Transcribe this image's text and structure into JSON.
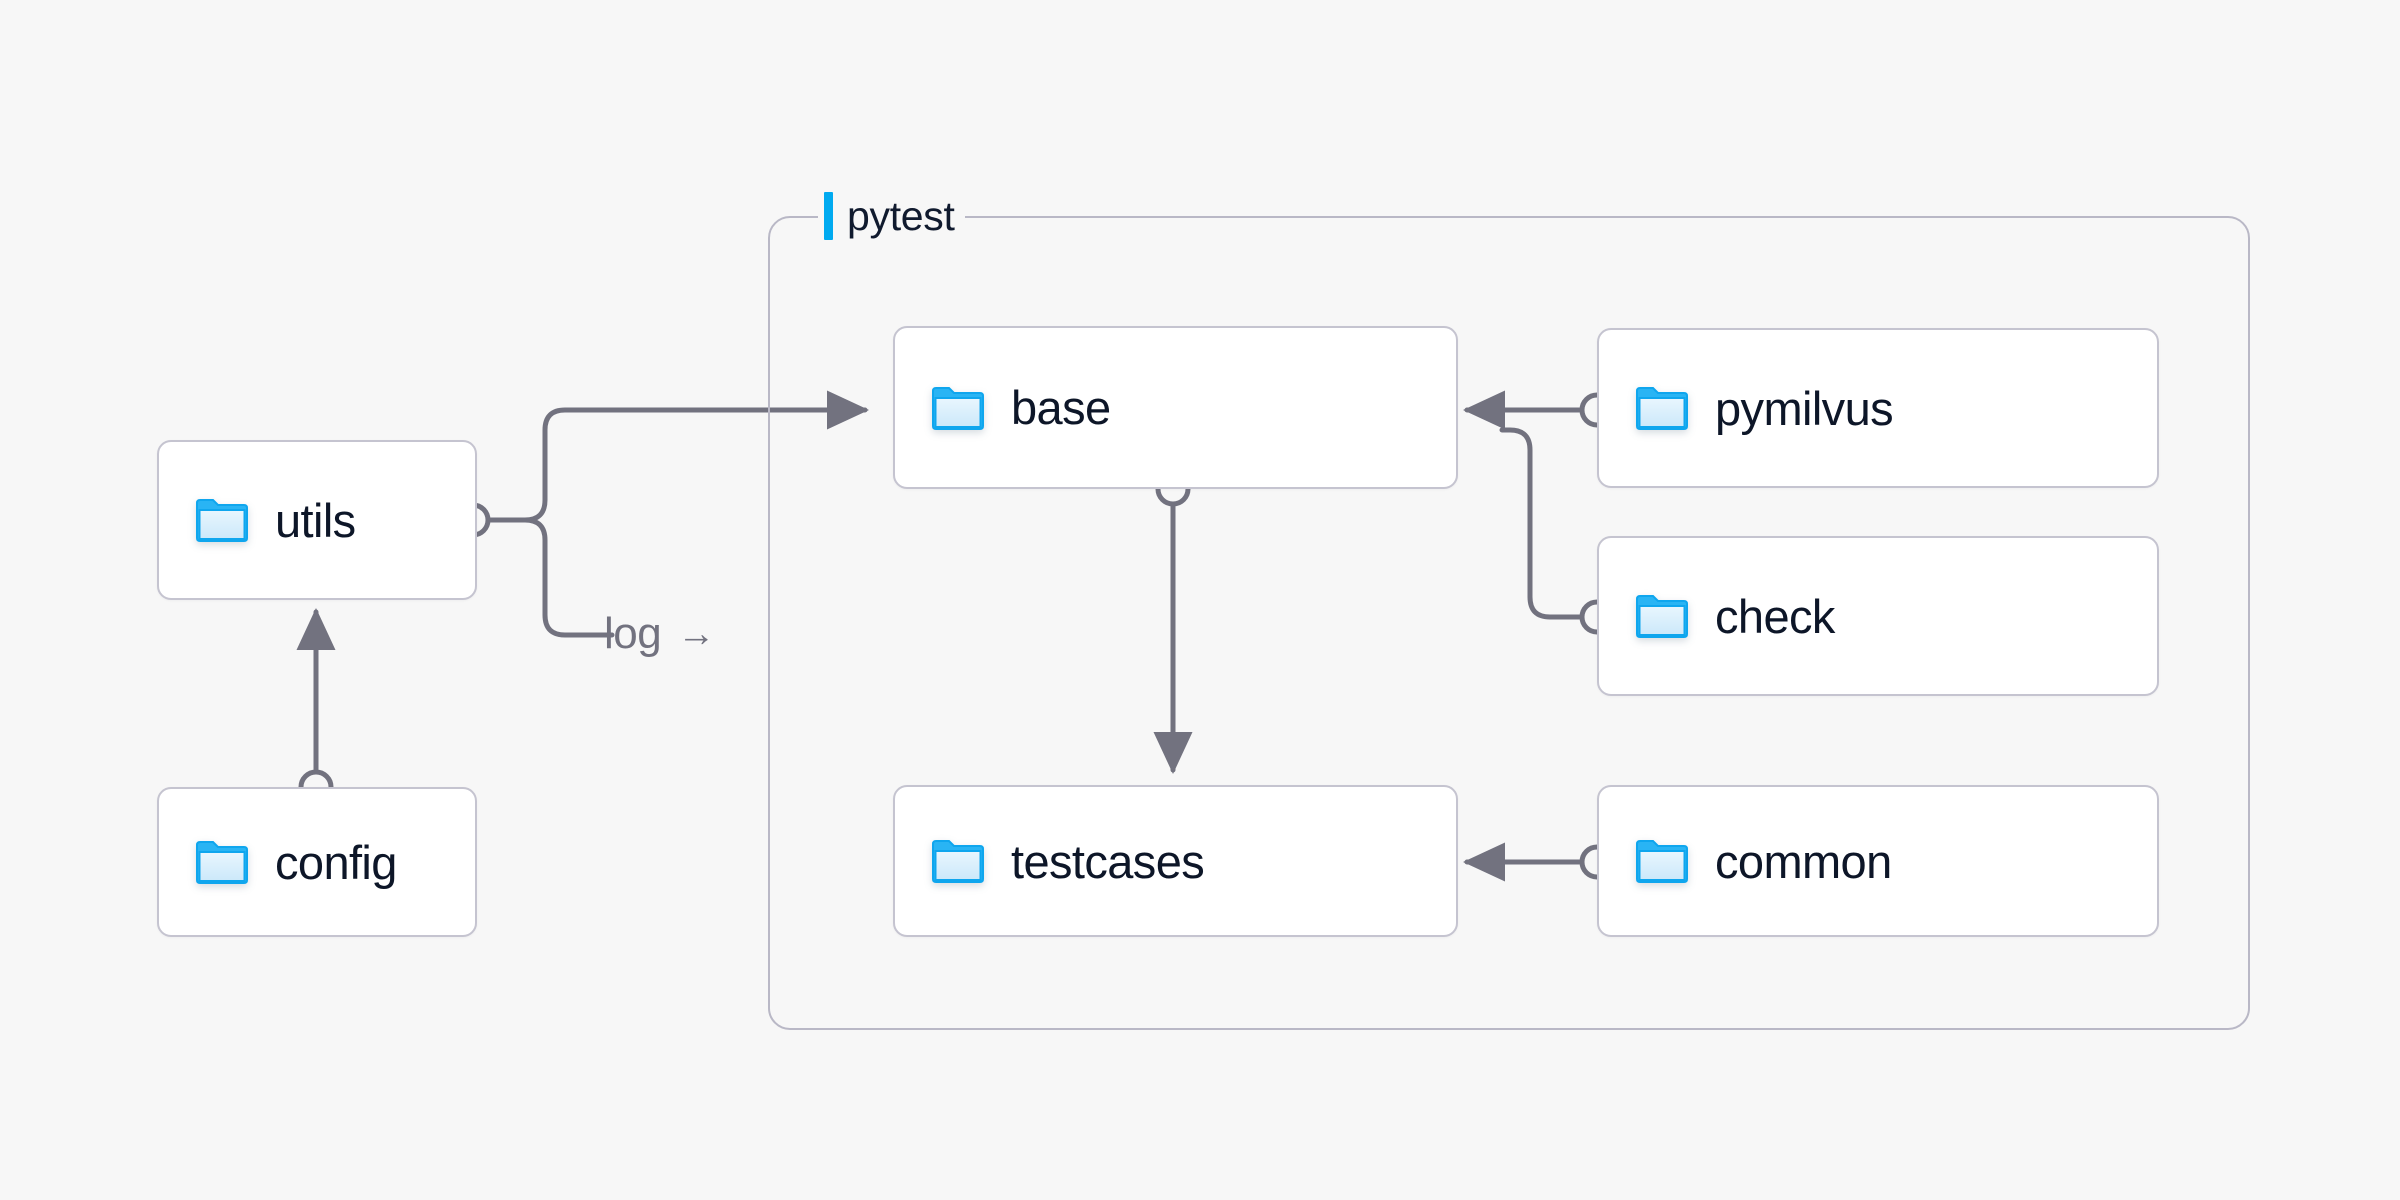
{
  "diagram": {
    "title": "pytest test framework module dependency diagram",
    "background_color": "#f7f7f7",
    "edge_color": "#72727f",
    "node_border_color": "#c5c4d0",
    "group_border_color": "#b9b8c6",
    "accent_color": "#00aaf0",
    "text_color": "#0d1628",
    "folder_icon_color": "#1aaaf0"
  },
  "group": {
    "label": "pytest",
    "accent_color": "#00aaf0"
  },
  "nodes": [
    {
      "id": "utils",
      "label": "utils",
      "icon": "folder-icon",
      "group": null
    },
    {
      "id": "config",
      "label": "config",
      "icon": "folder-icon",
      "group": null
    },
    {
      "id": "base",
      "label": "base",
      "icon": "folder-icon",
      "group": "pytest"
    },
    {
      "id": "testcases",
      "label": "testcases",
      "icon": "folder-icon",
      "group": "pytest"
    },
    {
      "id": "pymilvus",
      "label": "pymilvus",
      "icon": "folder-icon",
      "group": "pytest"
    },
    {
      "id": "check",
      "label": "check",
      "icon": "folder-icon",
      "group": "pytest"
    },
    {
      "id": "common",
      "label": "common",
      "icon": "folder-icon",
      "group": "pytest"
    }
  ],
  "edges": [
    {
      "from": "config",
      "to": "utils",
      "label": ""
    },
    {
      "from": "utils",
      "to": "base",
      "label": ""
    },
    {
      "from": "utils",
      "to": "pytest",
      "label": "log"
    },
    {
      "from": "base",
      "to": "testcases",
      "label": ""
    },
    {
      "from": "pymilvus",
      "to": "base",
      "label": ""
    },
    {
      "from": "check",
      "to": "base",
      "label": ""
    },
    {
      "from": "common",
      "to": "testcases",
      "label": ""
    }
  ],
  "edge_labels": {
    "log": "log",
    "log_arrow": "→"
  }
}
